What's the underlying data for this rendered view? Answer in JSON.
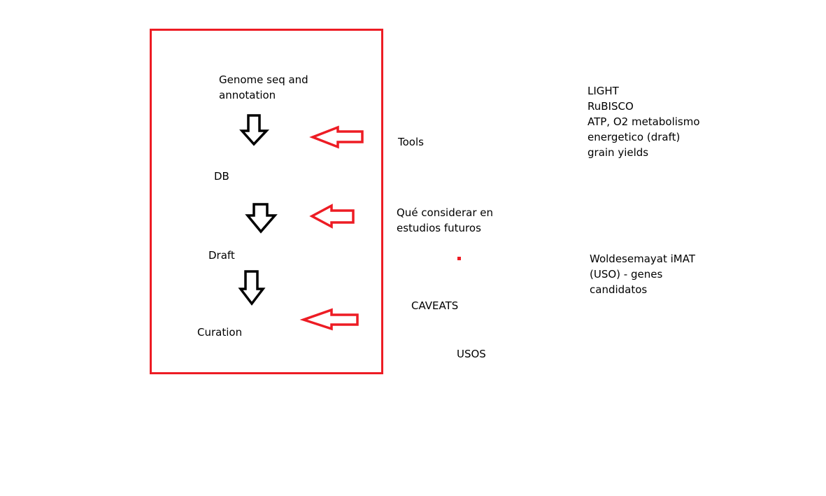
{
  "diagram": {
    "pipeline_steps": [
      "Genome seq and\nannotation",
      "DB",
      "Draft",
      "Curation"
    ],
    "side_labels": [
      "Tools",
      "Qué considerar en\nestudios futuros",
      "CAVEATS",
      "USOS"
    ],
    "notes_top": "LIGHT\nRuBISCO\nATP, O2 metabolismo\nenergetico (draft)\ngrain yields",
    "notes_bottom": "Woldesemayat iMAT\n(USO) - genes\ncandidatos"
  },
  "colors": {
    "frame": "#ed1c24",
    "red_arrow": "#ed1c24",
    "black_arrow": "#000000",
    "text": "#000000"
  }
}
